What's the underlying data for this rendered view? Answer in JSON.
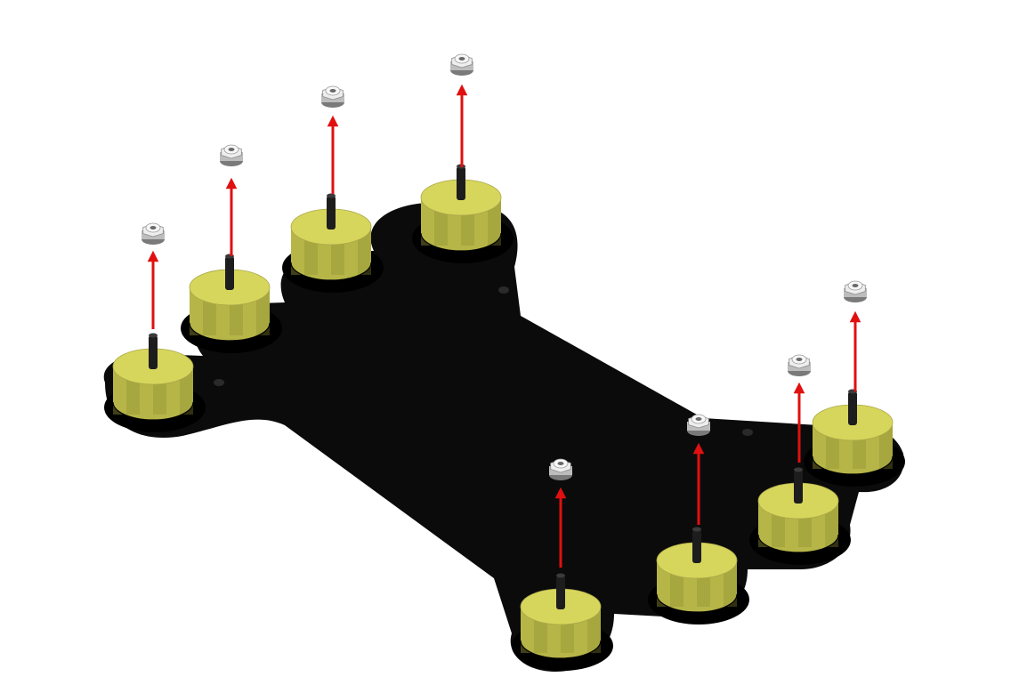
{
  "diagram": {
    "kind": "exploded-assembly",
    "parts": [
      {
        "part": "base-plate",
        "count": 1
      },
      {
        "part": "rubber-damper",
        "count": 8
      },
      {
        "part": "threaded-stud",
        "count": 8
      },
      {
        "part": "nylon-lock-nut",
        "count": 8
      }
    ],
    "colors": {
      "background": "#ffffff",
      "plate": "#0b0b0b",
      "damper_top": "#d7d65c",
      "damper_side": "#b6b548",
      "damper_side_dark": "#8d8c34",
      "stud": "#1d1d1d",
      "nut_light": "#eeeeee",
      "nut_mid": "#bdbdbd",
      "nut_dark": "#7a7a7a",
      "arrow": "#e01010"
    },
    "arrow_direction": "up"
  }
}
